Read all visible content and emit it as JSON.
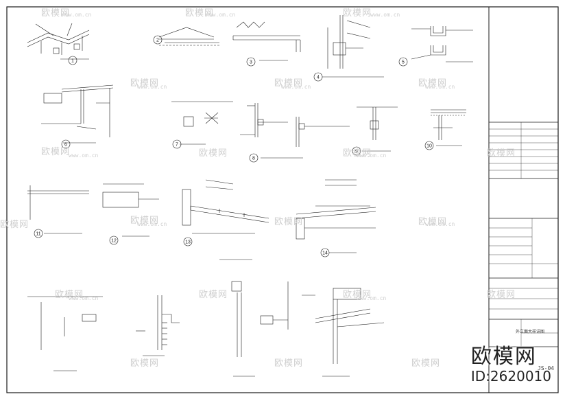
{
  "watermark": {
    "cn": "欧模网",
    "url": "www.om.cn"
  },
  "brand": {
    "name": "欧模网",
    "id": "ID:2620010"
  },
  "title_block": {
    "drawing_title": "外立面大样详图",
    "sheet_number": "JS-04"
  },
  "detail_numbers": [
    "1",
    "2",
    "3",
    "4",
    "5",
    "6",
    "7",
    "8",
    "9",
    "10",
    "11",
    "12",
    "13",
    "14"
  ],
  "colors": {
    "line": "#1a1a1a",
    "watermark": "#cfcfcf",
    "background": "#ffffff"
  }
}
